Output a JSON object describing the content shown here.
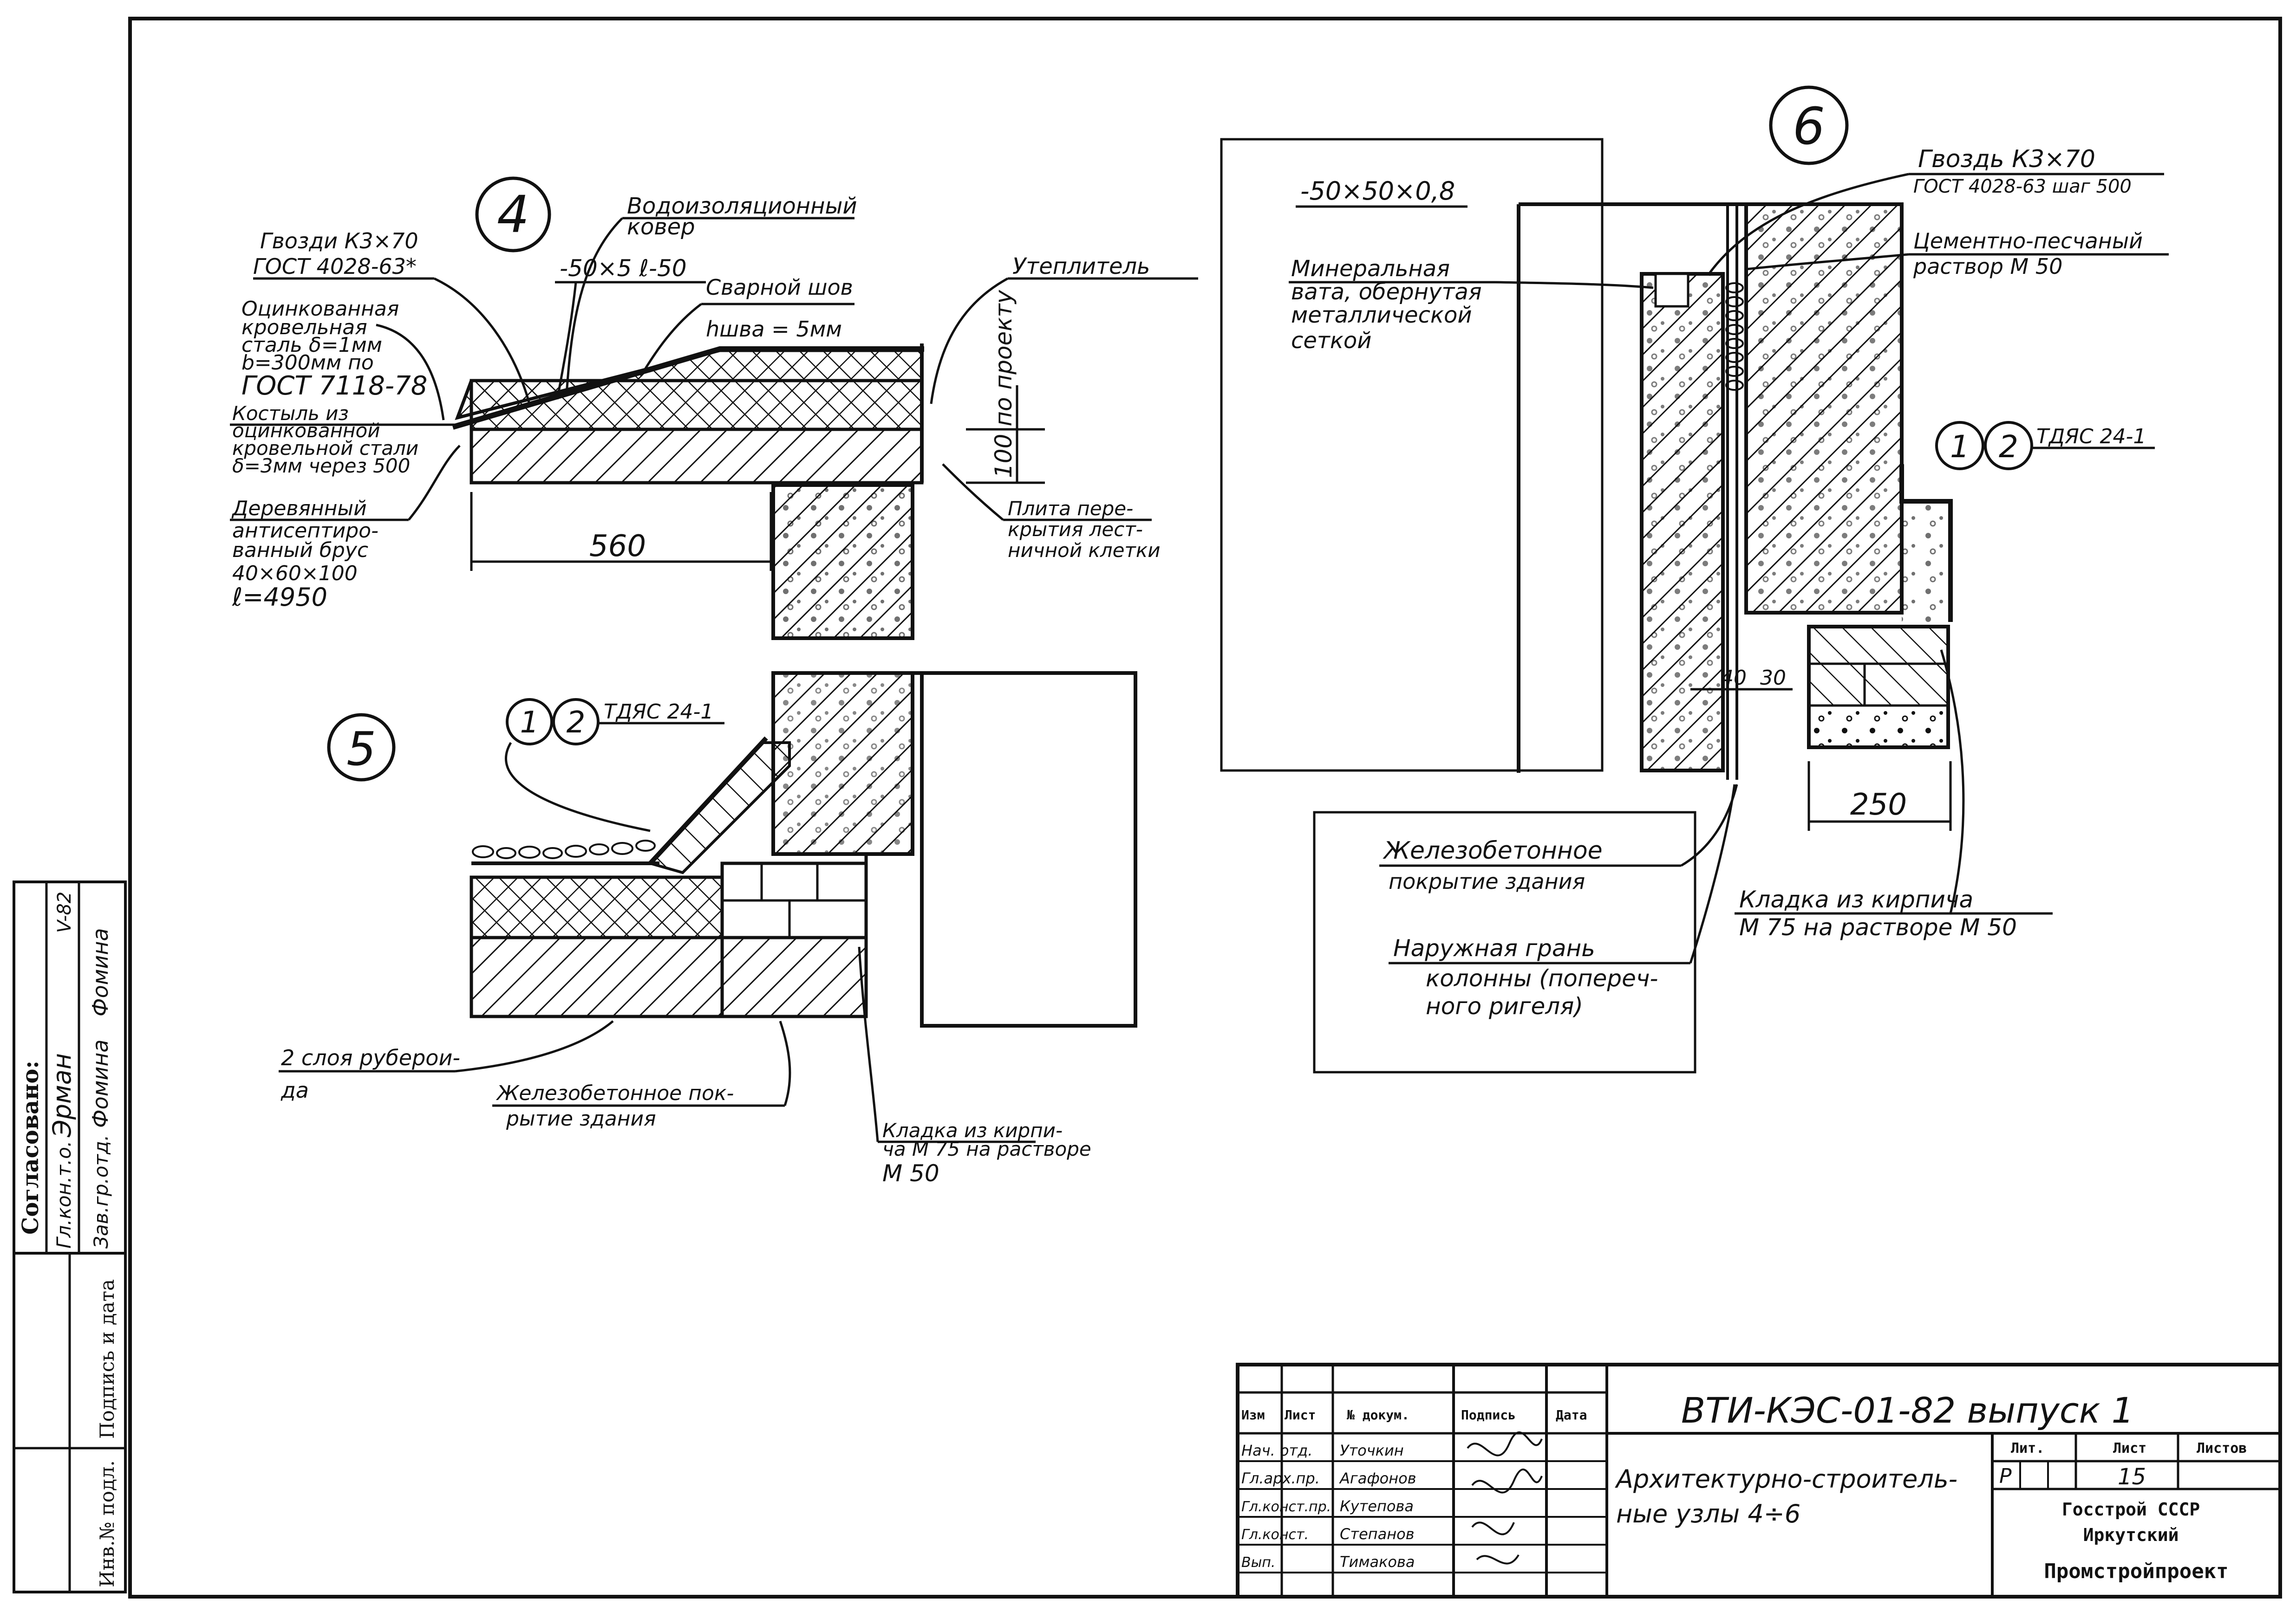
{
  "details": {
    "d4": {
      "number": "4",
      "nails": [
        "Гвозди К3×70",
        "ГОСТ 4028-63*"
      ],
      "waterproof": [
        "Водоизоляционный",
        "ковер"
      ],
      "strip": "-50×5 ℓ-50",
      "weld": [
        "Сварной шов",
        "hшва = 5мм"
      ],
      "insulation": "Утеплитель",
      "galv": [
        "Оцинкованная",
        "кровельная",
        "сталь δ=1мм",
        "b=300мм по",
        "ГОСТ 7118-78"
      ],
      "crutch": [
        "Костыль из",
        "оцинкованной",
        "кровельной стали",
        "δ=3мм через 500"
      ],
      "timber": [
        "Деревянный",
        "антисептиро-",
        "ванный брус",
        "40×60×100",
        "ℓ=4950"
      ],
      "dim560": "560",
      "dim100": "100 по проекту",
      "slab": [
        "Плита пере-",
        "крытия лест-",
        "ничной клетки"
      ]
    },
    "d5": {
      "number": "5",
      "ref1": "1",
      "ref2": "2",
      "ref_code": "ТДЯС 24-1",
      "felt": [
        "2 слоя руберои-",
        "да"
      ],
      "rc_cover": [
        "Железобетонное пок-",
        "рытие здания"
      ],
      "brick": [
        "Кладка из кирпи-",
        "ча М 75 на растворе",
        "М 50"
      ]
    },
    "d6": {
      "number": "6",
      "angle": "-50×50×0,8",
      "mineral": [
        "Минеральная",
        "вата, обернутая",
        "металлической",
        "сеткой"
      ],
      "nail": [
        "Гвоздь К3×70",
        "ГОСТ 4028-63 шаг 500"
      ],
      "mortar": [
        "Цементно-песчаный",
        "раствор М 50"
      ],
      "ref1": "1",
      "ref2": "2",
      "ref_code": "ТДЯС 24-1",
      "dim40": "40",
      "dim30": "30",
      "dim250": "250",
      "rc_cover": [
        "Железобетонное",
        "покрытие здания"
      ],
      "brick": [
        "Кладка из кирпича",
        "М 75 на растворе М 50"
      ],
      "face": [
        "Наружная грань",
        "колонны (попереч-",
        "ного ригеля)"
      ]
    }
  },
  "side_stamp": {
    "title": "Согласовано:",
    "row1": [
      "Гл.кон.т.о.",
      "Эрман",
      "V-82"
    ],
    "row2": [
      "Зав.гр.отд.",
      "Фомина",
      "Фомина"
    ],
    "bottom": [
      "Инв.№ подл.",
      "Подпись и дата"
    ]
  },
  "title_block": {
    "headers": [
      "Изм",
      "Лист",
      "№ докум.",
      "Подпись",
      "Дата"
    ],
    "roles": [
      "Нач. отд.",
      "Гл.арх.пр.",
      "Гл.конст.пр.",
      "Гл.конст.",
      "Вып."
    ],
    "names": [
      "Уточкин",
      "Агафонов",
      "Кутепова",
      "Степанов",
      "Тимакова"
    ],
    "code": "ВТИ-КЭС-01-82 выпуск 1",
    "name": [
      "Архитектурно-строитель-",
      "ные узлы 4÷6"
    ],
    "stage_head": [
      "Лит.",
      "Лист",
      "Листов"
    ],
    "stage": "Р",
    "sheet": "15",
    "org": [
      "Госстрой СССР",
      "Иркутский",
      "Промстройпроект"
    ]
  }
}
